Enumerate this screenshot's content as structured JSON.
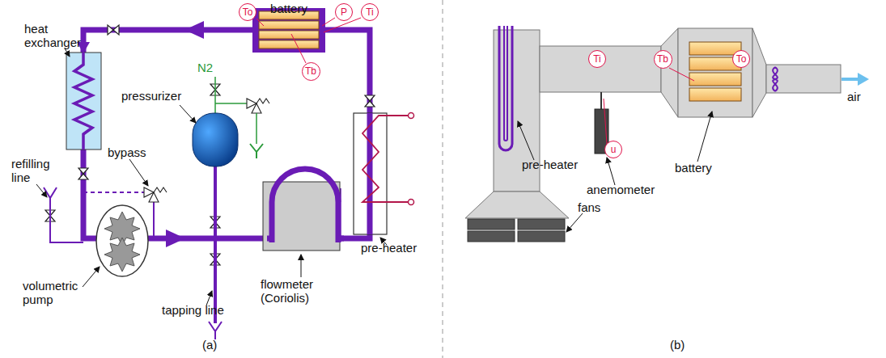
{
  "diagram": {
    "nodes": [
      {
        "text": [
          "To"
        ]
      },
      {
        "text": [
          "P"
        ]
      },
      {
        "text": [
          "Ti"
        ]
      },
      {
        "text": [
          "Tb"
        ]
      },
      {
        "text": [
          "Ti"
        ]
      },
      {
        "text": [
          "Tb"
        ]
      },
      {
        "text": [
          "To"
        ]
      },
      {
        "text": [
          "u"
        ]
      }
    ],
    "labels": [
      "battery",
      "heat exchanger",
      "refilling line",
      "bypass",
      "N2",
      "pressurizer",
      "volumetric pump",
      "tapping line",
      "flowmeter (Coriolis)",
      "pre-heater",
      "(a)",
      "anemometer",
      "battery",
      "pre-heater",
      "fans",
      "air",
      "(b)"
    ]
  }
}
